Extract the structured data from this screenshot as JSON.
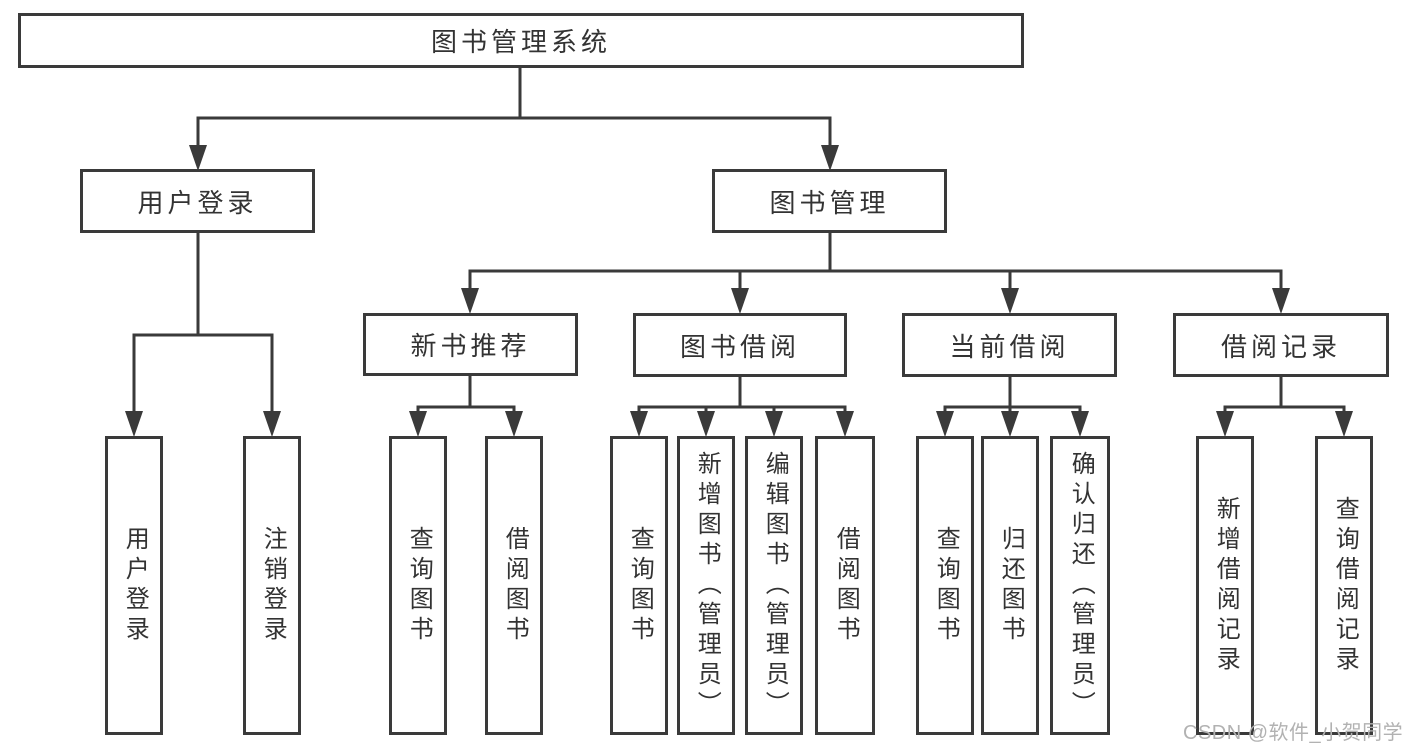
{
  "diagram_title": "图书管理系统",
  "tree": {
    "root": {
      "label": "图书管理系统"
    },
    "level2": [
      {
        "label": "用户登录"
      },
      {
        "label": "图书管理"
      }
    ],
    "level3": [
      {
        "label": "新书推荐",
        "parent": "图书管理"
      },
      {
        "label": "图书借阅",
        "parent": "图书管理"
      },
      {
        "label": "当前借阅",
        "parent": "图书管理"
      },
      {
        "label": "借阅记录",
        "parent": "图书管理"
      }
    ],
    "leaves": [
      {
        "label": "用户登录",
        "parent": "用户登录"
      },
      {
        "label": "注销登录",
        "parent": "用户登录"
      },
      {
        "label": "查询图书",
        "parent": "新书推荐"
      },
      {
        "label": "借阅图书",
        "parent": "新书推荐"
      },
      {
        "label": "查询图书",
        "parent": "图书借阅"
      },
      {
        "label": "新增图书（管理员）",
        "parent": "图书借阅"
      },
      {
        "label": "编辑图书（管理员）",
        "parent": "图书借阅"
      },
      {
        "label": "借阅图书",
        "parent": "图书借阅"
      },
      {
        "label": "查询图书",
        "parent": "当前借阅"
      },
      {
        "label": "归还图书",
        "parent": "当前借阅"
      },
      {
        "label": "确认归还（管理员）",
        "parent": "当前借阅"
      },
      {
        "label": "新增借阅记录",
        "parent": "借阅记录"
      },
      {
        "label": "查询借阅记录",
        "parent": "借阅记录"
      }
    ]
  },
  "watermark": "CSDN @软件_小贺同学",
  "colors": {
    "line": "#3a3a3a",
    "text": "#333333",
    "watermark": "#b2b2b2",
    "background": "#ffffff"
  }
}
